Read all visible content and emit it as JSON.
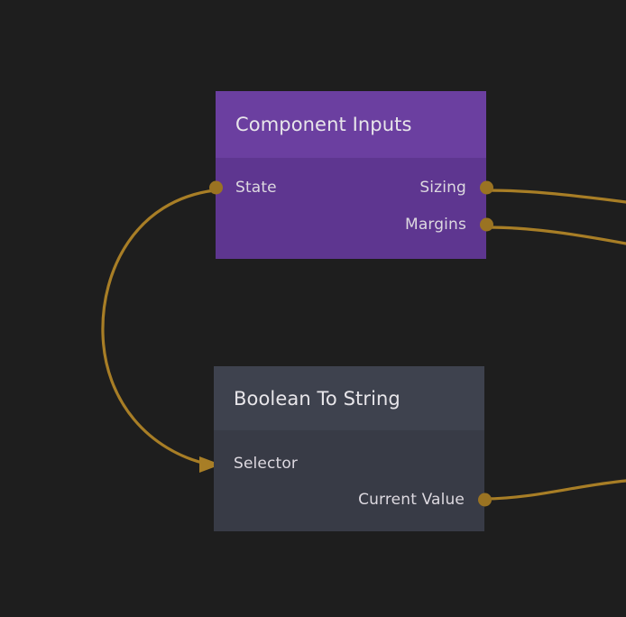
{
  "canvas": {
    "background_color": "#1e1e1e",
    "wire_color": "#a87e26",
    "port_color": "#9a7322"
  },
  "nodes": [
    {
      "id": "component-inputs",
      "title": "Component Inputs",
      "header_color": "#6b3fa0",
      "body_color": "#5e3690",
      "inputs": [
        {
          "label": "State",
          "connector": "dot"
        }
      ],
      "outputs": [
        {
          "label": "Sizing",
          "connector": "dot"
        },
        {
          "label": "Margins",
          "connector": "dot"
        }
      ]
    },
    {
      "id": "boolean-to-string",
      "title": "Boolean To String",
      "header_color": "#3e424e",
      "body_color": "#383b46",
      "inputs": [
        {
          "label": "Selector",
          "connector": "arrow"
        }
      ],
      "outputs": [
        {
          "label": "Current Value",
          "connector": "dot"
        }
      ]
    }
  ],
  "connections": [
    {
      "id": "state-to-selector",
      "from": "component-inputs.State",
      "to": "boolean-to-string.Selector"
    },
    {
      "id": "sizing-out",
      "from": "component-inputs.Sizing",
      "to": "offscreen-right"
    },
    {
      "id": "margins-out",
      "from": "component-inputs.Margins",
      "to": "offscreen-right"
    },
    {
      "id": "current-value-out",
      "from": "boolean-to-string.Current Value",
      "to": "offscreen-right"
    }
  ]
}
